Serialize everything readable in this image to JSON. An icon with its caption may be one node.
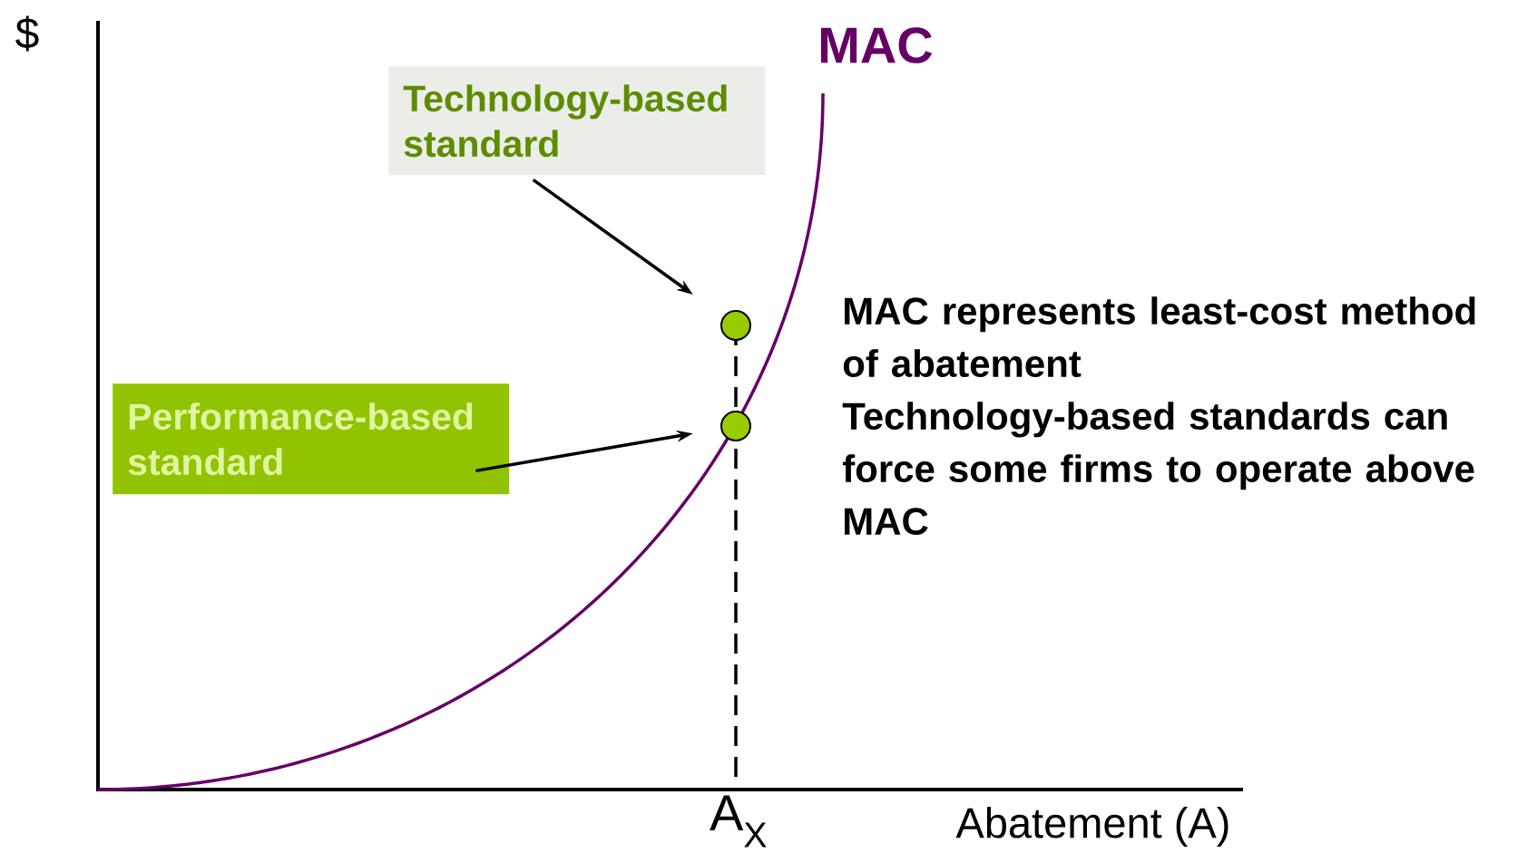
{
  "diagram": {
    "nodes": [
      {
        "text": [
          "Technology-based standard"
        ]
      },
      {
        "text": [
          "Performance-based standard"
        ]
      },
      {
        "text": [],
        "shape": "circle"
      },
      {
        "text": [],
        "shape": "circle"
      }
    ],
    "edges": [
      {
        "from": 0,
        "to": 2,
        "arrow": "to"
      },
      {
        "from": 1,
        "to": 3,
        "arrow": "to"
      }
    ],
    "labels": [
      "$",
      "MAC",
      "A$_{X}$",
      "Abatement (A)",
      "MAC represents least-cost method of abatement",
      "Technology-based standards can force some firms to operate above MAC"
    ]
  }
}
